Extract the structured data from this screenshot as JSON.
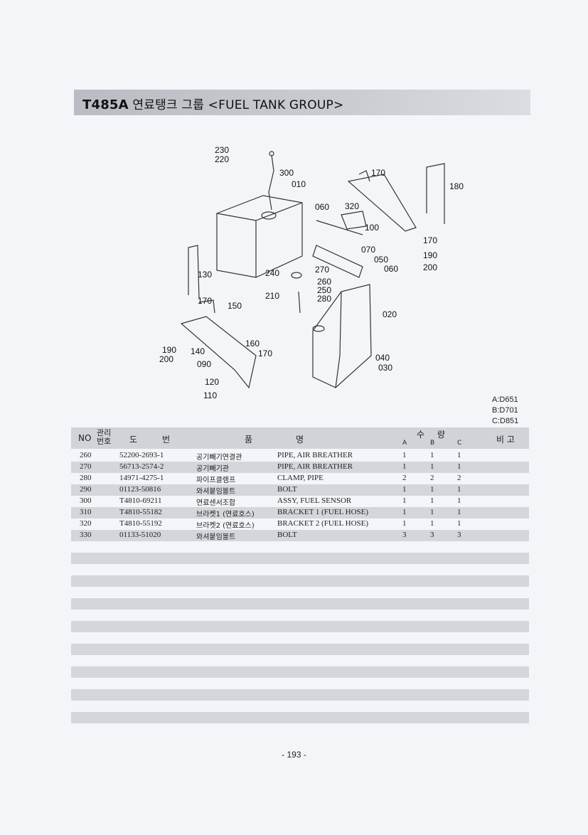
{
  "header": {
    "model": "T485A",
    "title_rest": "연료탱크 그룹 <FUEL TANK GROUP>"
  },
  "diagram_labels": [
    "230",
    "220",
    "300",
    "010",
    "170",
    "180",
    "060",
    "320",
    "100",
    "170",
    "070",
    "050",
    "060",
    "190",
    "200",
    "130",
    "240",
    "270",
    "260",
    "250",
    "280",
    "210",
    "170",
    "150",
    "020",
    "160",
    "170",
    "190",
    "200",
    "140",
    "090",
    "040",
    "030",
    "120",
    "110"
  ],
  "legend": {
    "a": "A:D651",
    "b": "B:D701",
    "c": "C:D851"
  },
  "table": {
    "headers": {
      "no": "NO",
      "mgmt": "관리번호",
      "drawing1": "도",
      "drawing2": "번",
      "name1": "품",
      "name2": "명",
      "qty": "수 량",
      "a": "A",
      "b": "B",
      "c": "C",
      "remarks": "비 고"
    },
    "rows": [
      {
        "no": "260",
        "part": "52200-2693-1",
        "ko": "공기빼기연결관",
        "en": "PIPE, AIR BREATHER",
        "a": "1",
        "b": "1",
        "c": "1"
      },
      {
        "no": "270",
        "part": "56713-2574-2",
        "ko": "공기빼기관",
        "en": "PIPE, AIR BREATHER",
        "a": "1",
        "b": "1",
        "c": "1"
      },
      {
        "no": "280",
        "part": "14971-4275-1",
        "ko": "파이프클램프",
        "en": "CLAMP, PIPE",
        "a": "2",
        "b": "2",
        "c": "2"
      },
      {
        "no": "290",
        "part": "01123-50816",
        "ko": "와셔붙임볼트",
        "en": "BOLT",
        "a": "1",
        "b": "1",
        "c": "1"
      },
      {
        "no": "300",
        "part": "T4810-69211",
        "ko": "연료센서조합",
        "en": "ASSY, FUEL SENSOR",
        "a": "1",
        "b": "1",
        "c": "1"
      },
      {
        "no": "310",
        "part": "T4810-55182",
        "ko": "브라켓1 (연료호스)",
        "en": "BRACKET 1 (FUEL HOSE)",
        "a": "1",
        "b": "1",
        "c": "1"
      },
      {
        "no": "320",
        "part": "T4810-55192",
        "ko": "브라켓2 (연료호스)",
        "en": "BRACKET 2 (FUEL HOSE)",
        "a": "1",
        "b": "1",
        "c": "1"
      },
      {
        "no": "330",
        "part": "01133-51020",
        "ko": "와셔붙임볼트",
        "en": "BOLT",
        "a": "3",
        "b": "3",
        "c": "3"
      }
    ]
  },
  "page_number": "- 193 -"
}
